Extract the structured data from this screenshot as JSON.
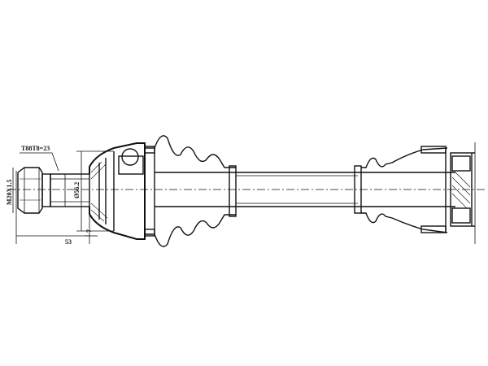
{
  "labels": {
    "spline_count": "T88T8=23",
    "thread": "M20X1.5",
    "diameter": "Ø56.2",
    "length": "53",
    "offset": "7"
  }
}
